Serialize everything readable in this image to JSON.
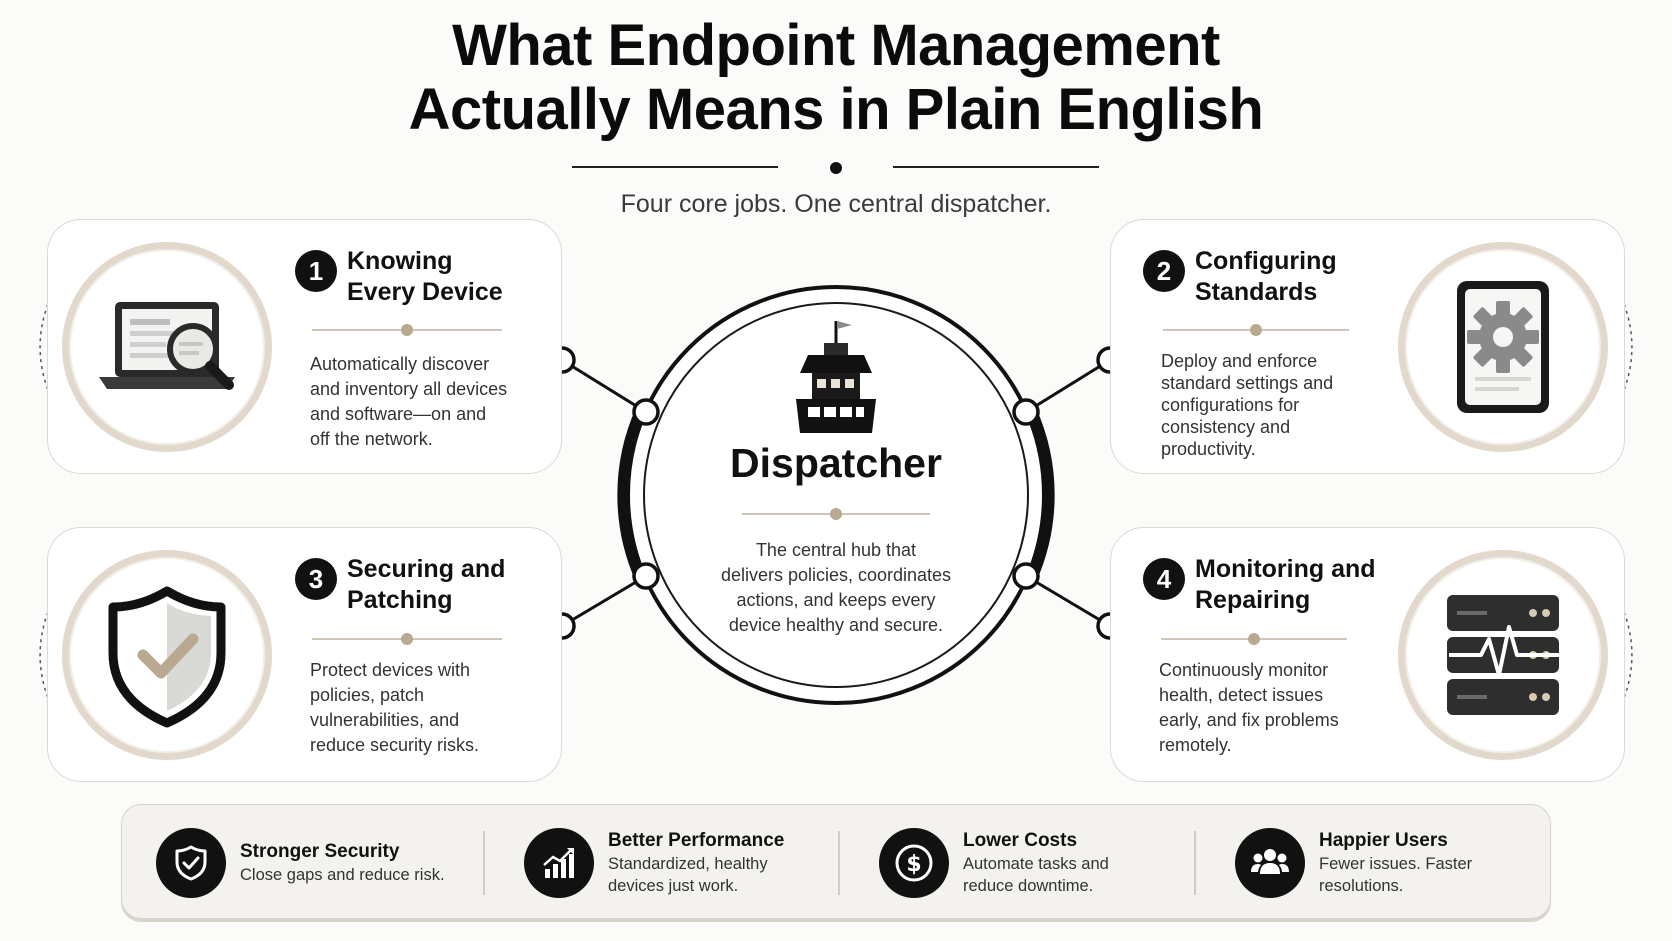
{
  "header": {
    "title_line1": "What Endpoint Management",
    "title_line2": "Actually Means in Plain English",
    "subtitle": "Four core jobs. One central dispatcher."
  },
  "hub": {
    "label": "Dispatcher",
    "description": "The central hub that\ndelivers policies, coordinates\nactions, and keeps every\ndevice healthy and secure.",
    "icon": "control-tower-icon"
  },
  "jobs": [
    {
      "number": "1",
      "title": "Knowing\nEvery Device",
      "description": "Automatically discover\nand inventory all devices\nand software—on and\noff the network.",
      "icon": "laptop-magnifier-icon"
    },
    {
      "number": "2",
      "title": "Configuring\nStandards",
      "description": "Deploy and enforce\nstandard settings and\nconfigurations for\nconsistency and\nproductivity.",
      "icon": "tablet-gear-icon"
    },
    {
      "number": "3",
      "title": "Securing and\nPatching",
      "description": "Protect devices with\npolicies, patch\nvulnerabilities, and\nreduce security risks.",
      "icon": "shield-check-icon"
    },
    {
      "number": "4",
      "title": "Monitoring and\nRepairing",
      "description": "Continuously monitor\nhealth, detect issues\nearly, and fix problems\nremotely.",
      "icon": "server-heartbeat-icon"
    }
  ],
  "benefits": [
    {
      "title": "Stronger Security",
      "description": "Close gaps and reduce risk.",
      "icon": "shield-check-icon"
    },
    {
      "title": "Better Performance",
      "description": "Standardized, healthy\ndevices just work.",
      "icon": "growth-chart-icon"
    },
    {
      "title": "Lower Costs",
      "description": "Automate tasks and\nreduce downtime.",
      "icon": "dollar-coin-icon"
    },
    {
      "title": "Happier Users",
      "description": "Fewer issues. Faster\nresolutions.",
      "icon": "users-group-icon"
    }
  ],
  "colors": {
    "accent": "#b9a991",
    "ring": "#e2d9cc",
    "ink": "#111111"
  }
}
